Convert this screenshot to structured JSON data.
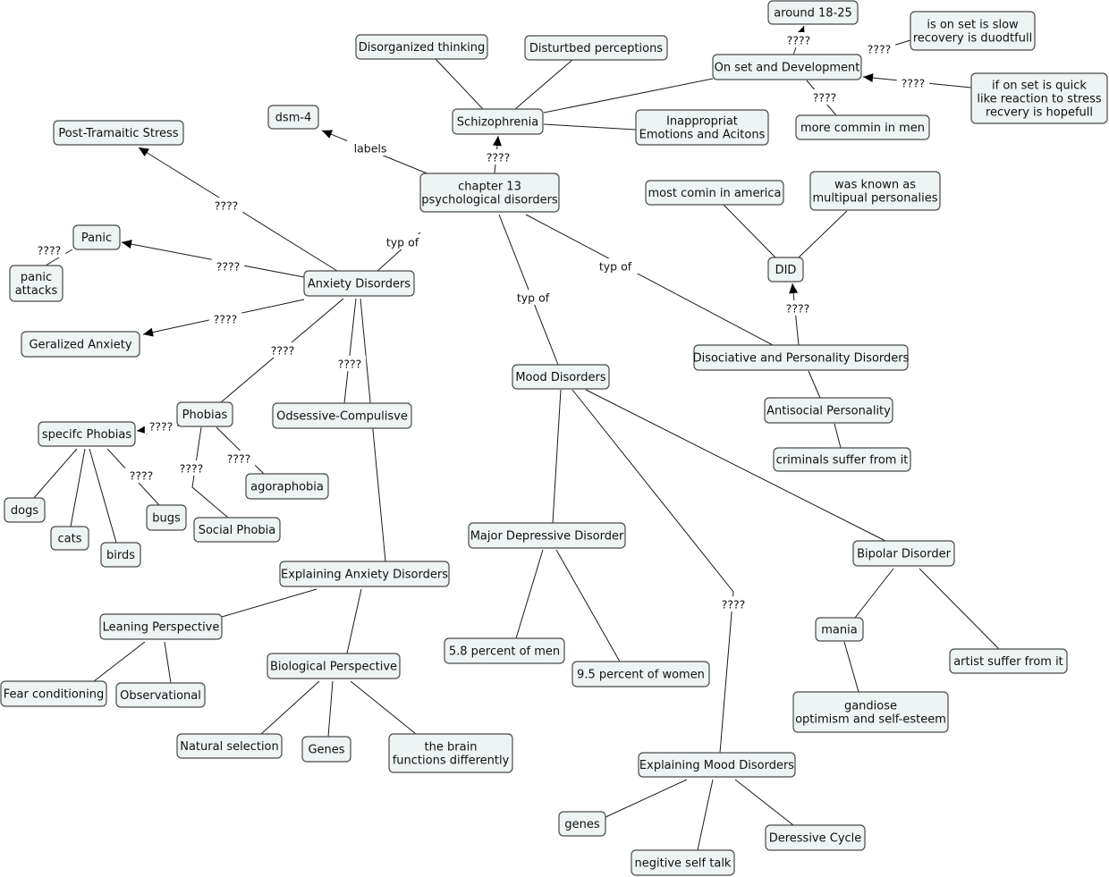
{
  "nodes": {
    "around": "around 18-25",
    "slow": [
      "is on set is slow",
      "recovery is duodtfull"
    ],
    "disorg": "Disorganized thinking",
    "disturb": "Disturtbed perceptions",
    "onset": "On set and Development",
    "quick": [
      "if on set is quick",
      "like reaction to stress",
      "recvery is hopefull"
    ],
    "dsm": "dsm-4",
    "schiz": "Schizophrenia",
    "inapp": [
      "Inappropriat",
      "Emotions and Acitons"
    ],
    "men": "more commin in men",
    "ptsd": "Post-Tramaitic Stress",
    "ch13": [
      "chapter 13",
      "psychological disorders"
    ],
    "america": "most comin in america",
    "multi": [
      "was known as",
      "multipual personalies"
    ],
    "panic": "Panic",
    "attacks": [
      "panic",
      "attacks"
    ],
    "anx": "Anxiety Disorders",
    "did": "DID",
    "gen": "Geralized Anxiety",
    "disoc": "Disociative and Personality Disorders",
    "mood": "Mood Disorders",
    "antisoc": "Antisocial Personality",
    "phob": "Phobias",
    "ocd": "Odsessive-Compulisve",
    "spec": "specifc Phobias",
    "crim": "criminals suffer from it",
    "agora": "agoraphobia",
    "dogs": "dogs",
    "bugs": "bugs",
    "social": "Social Phobia",
    "cats": "cats",
    "birds": "birds",
    "mdd": "Major Depressive Disorder",
    "bipolar": "Bipolar Disorder",
    "expanx": "Explaining Anxiety Disorders",
    "lean": "Leaning Perspective",
    "mania": "mania",
    "pctmen": "5.8 percent of men",
    "artist": "artist suffer from it",
    "bio": "Biological Perspective",
    "pctwomen": "9.5 percent of women",
    "fear": "Fear conditioning",
    "obs": "Observational",
    "grand": [
      "gandiose",
      "optimism and self-esteem"
    ],
    "natsel": "Natural selection",
    "genes1": "Genes",
    "brain": [
      "the brain",
      "functions differently"
    ],
    "expmood": "Explaining Mood Disorders",
    "genes2": "genes",
    "cycle": "Deressive Cycle",
    "selftalk": "negitive self talk"
  },
  "link_labels": {
    "q": "????",
    "labels": "labels",
    "typ": "typ of"
  }
}
